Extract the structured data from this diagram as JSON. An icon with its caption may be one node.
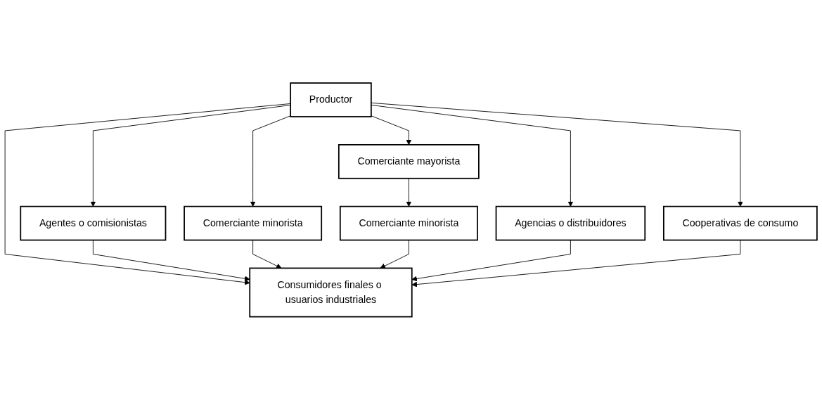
{
  "diagram": {
    "nodes": [
      {
        "text": [
          "Productor"
        ]
      },
      {
        "text": [
          "Comerciante mayorista"
        ]
      },
      {
        "text": [
          "Cooperativas de consumo"
        ]
      },
      {
        "text": [
          "Comerciante minorista"
        ]
      },
      {
        "text": [
          "Agencias o distribuidores"
        ]
      },
      {
        "text": [
          "Agentes o comisionistas"
        ]
      },
      {
        "text": [
          "Comerciante minorista"
        ]
      },
      {
        "text": [
          "Consumidores finales o usuarios industriales"
        ]
      }
    ],
    "edges": [
      {
        "from": 0,
        "to": 7,
        "arrow": "to"
      },
      {
        "from": 0,
        "to": 5,
        "arrow": "to"
      },
      {
        "from": 0,
        "to": 3,
        "arrow": "to"
      },
      {
        "from": 0,
        "to": 1,
        "arrow": "to"
      },
      {
        "from": 0,
        "to": 4,
        "arrow": "to"
      },
      {
        "from": 0,
        "to": 2,
        "arrow": "to"
      },
      {
        "from": 5,
        "to": 7,
        "arrow": "to"
      },
      {
        "from": 3,
        "to": 7,
        "arrow": "to"
      },
      {
        "from": 1,
        "to": 6,
        "arrow": "to"
      },
      {
        "from": 6,
        "to": 7,
        "arrow": "to"
      },
      {
        "from": 4,
        "to": 7,
        "arrow": "to"
      },
      {
        "from": 2,
        "to": 7,
        "arrow": "to"
      }
    ]
  }
}
